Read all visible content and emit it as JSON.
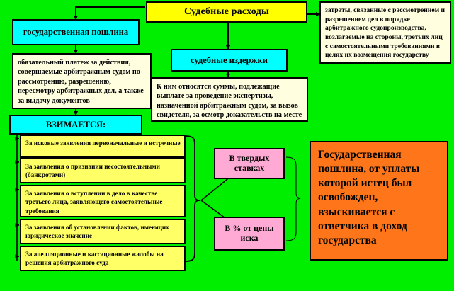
{
  "diagram": {
    "title": "Судебные расходы",
    "background_color": "#00ee00"
  },
  "nodes": {
    "gos_poshlina": {
      "label": "государственная пошлина",
      "color": "#00ffff"
    },
    "gos_poshlina_def": {
      "text": "обязательный платеж за действия, совершаемые арбитражным судом по рассмотрению, разрешению, пересмотру арбитражных дел, а также за выдачу документов",
      "color": "#ffffe0"
    },
    "sudebnye_izderzhki": {
      "label": "судебные издержки",
      "color": "#00ffff"
    },
    "sudebnye_izderzhki_def": {
      "text": "К ним относятся суммы, подлежащие выплате за проведение экспертизы, назначенной арбитражным судом, за вызов свидетеля, за осмотр доказательств на месте",
      "color": "#ffffe0"
    },
    "sudebnye_rashody_def": {
      "text": "затраты, связанные с рассмотрением и разрешением дел в порядке арбитражного судопроизводства, возлагаемые на стороны, третьих лиц с самостоятельными требованиями в целях их возмещения государству",
      "color": "#ffffe0"
    },
    "vzimaetsya": {
      "label": "ВЗИМАЕТСЯ:",
      "color": "#00ffff"
    },
    "conclusion": {
      "text": "Государственная пошлина, от уплаты которой истец был освобожден, взыскивается с ответчика в доход государства",
      "color": "#ff7519"
    }
  },
  "list": {
    "items": [
      {
        "text": "За исковые заявления первоначальные и встречные"
      },
      {
        "text": "За заявления о признании несостоятельными (банкротами)"
      },
      {
        "text": "За заявления о вступлении в дело в качестве третьего лица, заявляющего самостоятельные требования"
      },
      {
        "text": "За заявления об установлении фактов, имеющих юридическое значение"
      },
      {
        "text": "За апелляционные и кассационные жалобы на решения арбитражного суда"
      }
    ],
    "color": "#ffff66"
  },
  "rates": {
    "items": [
      {
        "label": "В твердых ставках"
      },
      {
        "label": "В % от цены иска"
      }
    ],
    "color": "#ffaad4"
  }
}
